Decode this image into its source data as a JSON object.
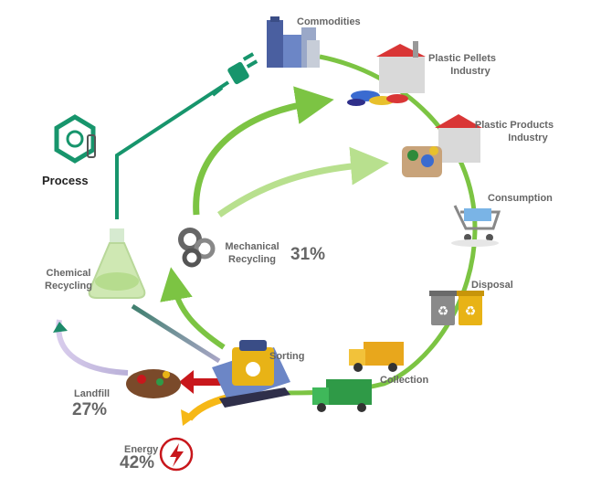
{
  "nodes": {
    "commodities": "Commodities",
    "pellets_line1": "Plastic Pellets",
    "pellets_line2": "Industry",
    "products_line1": "Plastic Products",
    "products_line2": "Industry",
    "consumption": "Consumption",
    "disposal": "Disposal",
    "collection": "Collection",
    "sorting": "Sorting",
    "mechanical_line1": "Mechanical",
    "mechanical_line2": "Recycling",
    "mechanical_pct": "31%",
    "chemical_line1": "Chemical",
    "chemical_line2": "Recycling",
    "process": "Process",
    "landfill": "Landfill",
    "landfill_pct": "27%",
    "energy": "Energy",
    "energy_pct": "42%"
  },
  "colors": {
    "cycle_green": "#7cc443",
    "light_green": "#b8e08e",
    "dark_green": "#17956c",
    "red_arrow": "#c8171c",
    "yellow_arrow": "#f6b816",
    "gray_text": "#666666"
  }
}
